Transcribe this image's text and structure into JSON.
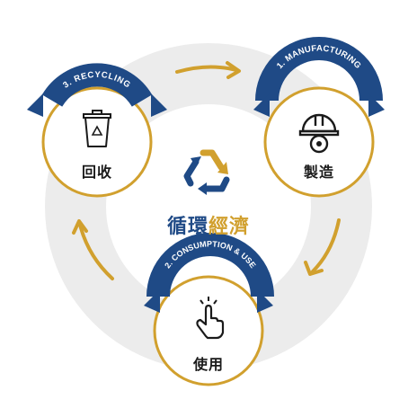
{
  "center": {
    "title_part1": "循環",
    "title_part2": "經濟"
  },
  "nodes": {
    "recycling": {
      "banner": "3. RECYCLING",
      "label": "回收",
      "icon": "recycle-bin-icon"
    },
    "manufacturing": {
      "banner": "1. MANUFACTURING",
      "label": "製造",
      "icon": "hard-hat-gear-icon"
    },
    "consumption": {
      "banner": "2. CONSUMPTION & USE",
      "label": "使用",
      "icon": "tap-hand-icon"
    }
  },
  "colors": {
    "navy": "#1f4a86",
    "gold": "#d1a02e",
    "ring": "#ececec",
    "dark": "#1a1a1a"
  }
}
